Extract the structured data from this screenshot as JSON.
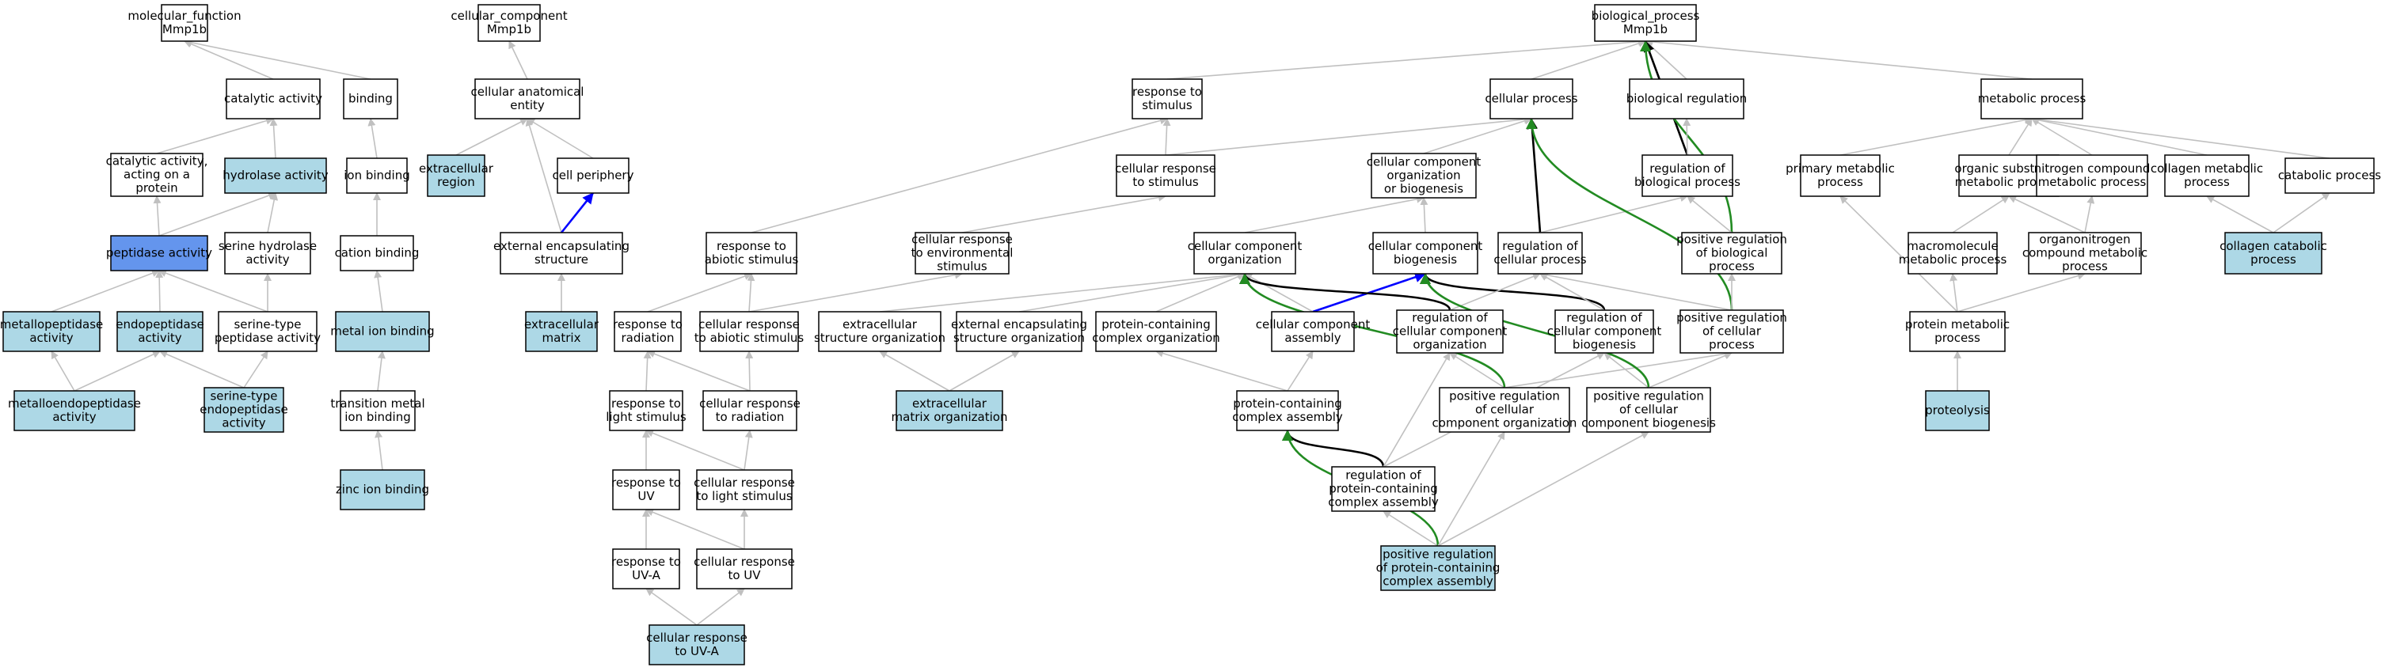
{
  "colors": {
    "plain": "#ffffff",
    "annotated": "#add8e6",
    "query": "#6495ed",
    "edge_default": "#c0c0c0",
    "edge_black": "#000000",
    "edge_blue": "#0000ff",
    "edge_green": "#228b22"
  },
  "nodes": [
    {
      "id": "mf",
      "lines": [
        "molecular_function",
        "Mmp1b"
      ],
      "style": "plain"
    },
    {
      "id": "cc",
      "lines": [
        "cellular_component",
        "Mmp1b"
      ],
      "style": "plain"
    },
    {
      "id": "bp",
      "lines": [
        "biological_process",
        "Mmp1b"
      ],
      "style": "plain"
    },
    {
      "id": "catalytic",
      "lines": [
        "catalytic activity"
      ],
      "style": "plain"
    },
    {
      "id": "binding",
      "lines": [
        "binding"
      ],
      "style": "plain"
    },
    {
      "id": "cae",
      "lines": [
        "cellular anatomical",
        "entity"
      ],
      "style": "plain"
    },
    {
      "id": "resp_stim",
      "lines": [
        "response to",
        "stimulus"
      ],
      "style": "plain"
    },
    {
      "id": "cell_proc",
      "lines": [
        "cellular process"
      ],
      "style": "plain"
    },
    {
      "id": "bio_reg",
      "lines": [
        "biological regulation"
      ],
      "style": "plain"
    },
    {
      "id": "metab",
      "lines": [
        "metabolic process"
      ],
      "style": "plain"
    },
    {
      "id": "cat_prot",
      "lines": [
        "catalytic activity,",
        "acting on a",
        "protein"
      ],
      "style": "plain"
    },
    {
      "id": "hydrolase",
      "lines": [
        "hydrolase activity"
      ],
      "style": "annotated"
    },
    {
      "id": "ion_bind",
      "lines": [
        "ion binding"
      ],
      "style": "plain"
    },
    {
      "id": "extra_region",
      "lines": [
        "extracellular",
        "region"
      ],
      "style": "annotated"
    },
    {
      "id": "periphery",
      "lines": [
        "cell periphery"
      ],
      "style": "plain"
    },
    {
      "id": "cell_resp_stim",
      "lines": [
        "cellular response",
        "to stimulus"
      ],
      "style": "plain"
    },
    {
      "id": "ccob",
      "lines": [
        "cellular component",
        "organization",
        "or biogenesis"
      ],
      "style": "plain"
    },
    {
      "id": "reg_bio",
      "lines": [
        "regulation of",
        "biological process"
      ],
      "style": "plain"
    },
    {
      "id": "prim_metab",
      "lines": [
        "primary metabolic",
        "process"
      ],
      "style": "plain"
    },
    {
      "id": "org_sub",
      "lines": [
        "organic substance",
        "metabolic process"
      ],
      "style": "plain"
    },
    {
      "id": "nitrogen",
      "lines": [
        "nitrogen compound",
        "metabolic process"
      ],
      "style": "plain"
    },
    {
      "id": "collagen_met",
      "lines": [
        "collagen metabolic",
        "process"
      ],
      "style": "plain"
    },
    {
      "id": "catabolic",
      "lines": [
        "catabolic process"
      ],
      "style": "plain"
    },
    {
      "id": "peptidase",
      "lines": [
        "peptidase activity"
      ],
      "style": "query"
    },
    {
      "id": "serine_hyd",
      "lines": [
        "serine hydrolase",
        "activity"
      ],
      "style": "plain"
    },
    {
      "id": "cation",
      "lines": [
        "cation binding"
      ],
      "style": "plain"
    },
    {
      "id": "ext_encap_str",
      "lines": [
        "external encapsulating",
        "structure"
      ],
      "style": "plain"
    },
    {
      "id": "resp_abiotic",
      "lines": [
        "response to",
        "abiotic stimulus"
      ],
      "style": "plain"
    },
    {
      "id": "cell_resp_env",
      "lines": [
        "cellular response",
        "to environmental",
        "stimulus"
      ],
      "style": "plain"
    },
    {
      "id": "cc_org",
      "lines": [
        "cellular component",
        "organization"
      ],
      "style": "plain"
    },
    {
      "id": "cc_bio",
      "lines": [
        "cellular component",
        "biogenesis"
      ],
      "style": "plain"
    },
    {
      "id": "reg_cell",
      "lines": [
        "regulation of",
        "cellular process"
      ],
      "style": "plain"
    },
    {
      "id": "pos_reg_bio",
      "lines": [
        "positive regulation",
        "of biological",
        "process"
      ],
      "style": "plain"
    },
    {
      "id": "macromol",
      "lines": [
        "macromolecule",
        "metabolic process"
      ],
      "style": "plain"
    },
    {
      "id": "organonit",
      "lines": [
        "organonitrogen",
        "compound metabolic",
        "process"
      ],
      "style": "plain"
    },
    {
      "id": "collagen_cat",
      "lines": [
        "collagen catabolic",
        "process"
      ],
      "style": "annotated"
    },
    {
      "id": "metallopep",
      "lines": [
        "metallopeptidase",
        "activity"
      ],
      "style": "annotated"
    },
    {
      "id": "endopep",
      "lines": [
        "endopeptidase",
        "activity"
      ],
      "style": "annotated"
    },
    {
      "id": "serine_pep",
      "lines": [
        "serine-type",
        "peptidase activity"
      ],
      "style": "plain"
    },
    {
      "id": "metal_ion",
      "lines": [
        "metal ion binding"
      ],
      "style": "annotated"
    },
    {
      "id": "extra_matrix",
      "lines": [
        "extracellular",
        "matrix"
      ],
      "style": "annotated"
    },
    {
      "id": "resp_rad",
      "lines": [
        "response to",
        "radiation"
      ],
      "style": "plain"
    },
    {
      "id": "cell_resp_abiotic",
      "lines": [
        "cellular response",
        "to abiotic stimulus"
      ],
      "style": "plain"
    },
    {
      "id": "extra_str_org",
      "lines": [
        "extracellular",
        "structure organization"
      ],
      "style": "plain"
    },
    {
      "id": "ext_encap_org",
      "lines": [
        "external encapsulating",
        "structure organization"
      ],
      "style": "plain"
    },
    {
      "id": "pc_org",
      "lines": [
        "protein-containing",
        "complex organization"
      ],
      "style": "plain"
    },
    {
      "id": "cc_assembly",
      "lines": [
        "cellular component",
        "assembly"
      ],
      "style": "plain"
    },
    {
      "id": "reg_cc_org",
      "lines": [
        "regulation of",
        "cellular component",
        "organization"
      ],
      "style": "plain"
    },
    {
      "id": "reg_cc_bio",
      "lines": [
        "regulation of",
        "cellular component",
        "biogenesis"
      ],
      "style": "plain"
    },
    {
      "id": "pos_reg_cell",
      "lines": [
        "positive regulation",
        "of cellular",
        "process"
      ],
      "style": "plain"
    },
    {
      "id": "prot_metab",
      "lines": [
        "protein metabolic",
        "process"
      ],
      "style": "plain"
    },
    {
      "id": "metalloendo",
      "lines": [
        "metalloendopeptidase",
        "activity"
      ],
      "style": "annotated"
    },
    {
      "id": "serine_endo",
      "lines": [
        "serine-type",
        "endopeptidase",
        "activity"
      ],
      "style": "annotated"
    },
    {
      "id": "trans_metal",
      "lines": [
        "transition metal",
        "ion binding"
      ],
      "style": "plain"
    },
    {
      "id": "resp_light",
      "lines": [
        "response to",
        "light stimulus"
      ],
      "style": "plain"
    },
    {
      "id": "cell_resp_rad",
      "lines": [
        "cellular response",
        "to radiation"
      ],
      "style": "plain"
    },
    {
      "id": "extra_matrix_org",
      "lines": [
        "extracellular",
        "matrix organization"
      ],
      "style": "annotated"
    },
    {
      "id": "pc_assembly",
      "lines": [
        "protein-containing",
        "complex assembly"
      ],
      "style": "plain"
    },
    {
      "id": "pos_reg_cc_org",
      "lines": [
        "positive regulation",
        "of cellular",
        "component organization"
      ],
      "style": "plain"
    },
    {
      "id": "pos_reg_cc_bio",
      "lines": [
        "positive regulation",
        "of cellular",
        "component biogenesis"
      ],
      "style": "plain"
    },
    {
      "id": "proteolysis",
      "lines": [
        "proteolysis"
      ],
      "style": "annotated"
    },
    {
      "id": "zinc",
      "lines": [
        "zinc ion binding"
      ],
      "style": "annotated"
    },
    {
      "id": "resp_uv",
      "lines": [
        "response to",
        "UV"
      ],
      "style": "plain"
    },
    {
      "id": "cell_resp_light",
      "lines": [
        "cellular response",
        "to light stimulus"
      ],
      "style": "plain"
    },
    {
      "id": "reg_pc_assembly",
      "lines": [
        "regulation of",
        "protein-containing",
        "complex assembly"
      ],
      "style": "plain"
    },
    {
      "id": "resp_uva",
      "lines": [
        "response to",
        "UV-A"
      ],
      "style": "plain"
    },
    {
      "id": "cell_resp_uv",
      "lines": [
        "cellular response",
        "to UV"
      ],
      "style": "plain"
    },
    {
      "id": "pos_reg_pc_assembly",
      "lines": [
        "positive regulation",
        "of protein-containing",
        "complex assembly"
      ],
      "style": "annotated"
    },
    {
      "id": "cell_resp_uva",
      "lines": [
        "cellular response",
        "to UV-A"
      ],
      "style": "annotated"
    }
  ],
  "edges": [
    {
      "from": "catalytic",
      "to": "mf",
      "kind": "gray"
    },
    {
      "from": "binding",
      "to": "mf",
      "kind": "gray"
    },
    {
      "from": "cat_prot",
      "to": "catalytic",
      "kind": "gray"
    },
    {
      "from": "hydrolase",
      "to": "catalytic",
      "kind": "gray"
    },
    {
      "from": "ion_bind",
      "to": "binding",
      "kind": "gray"
    },
    {
      "from": "peptidase",
      "to": "cat_prot",
      "kind": "gray"
    },
    {
      "from": "peptidase",
      "to": "hydrolase",
      "kind": "gray"
    },
    {
      "from": "serine_hyd",
      "to": "hydrolase",
      "kind": "gray"
    },
    {
      "from": "cation",
      "to": "ion_bind",
      "kind": "gray"
    },
    {
      "from": "metallopep",
      "to": "peptidase",
      "kind": "gray"
    },
    {
      "from": "endopep",
      "to": "peptidase",
      "kind": "gray"
    },
    {
      "from": "serine_pep",
      "to": "peptidase",
      "kind": "gray"
    },
    {
      "from": "serine_pep",
      "to": "serine_hyd",
      "kind": "gray"
    },
    {
      "from": "metal_ion",
      "to": "cation",
      "kind": "gray"
    },
    {
      "from": "metalloendo",
      "to": "metallopep",
      "kind": "gray"
    },
    {
      "from": "metalloendo",
      "to": "endopep",
      "kind": "gray"
    },
    {
      "from": "serine_endo",
      "to": "endopep",
      "kind": "gray"
    },
    {
      "from": "serine_endo",
      "to": "serine_pep",
      "kind": "gray"
    },
    {
      "from": "trans_metal",
      "to": "metal_ion",
      "kind": "gray"
    },
    {
      "from": "zinc",
      "to": "trans_metal",
      "kind": "gray"
    },
    {
      "from": "cae",
      "to": "cc",
      "kind": "gray"
    },
    {
      "from": "extra_region",
      "to": "cae",
      "kind": "gray"
    },
    {
      "from": "periphery",
      "to": "cae",
      "kind": "gray"
    },
    {
      "from": "ext_encap_str",
      "to": "cae",
      "kind": "gray"
    },
    {
      "from": "ext_encap_str",
      "to": "periphery",
      "kind": "blue"
    },
    {
      "from": "extra_matrix",
      "to": "ext_encap_str",
      "kind": "gray"
    },
    {
      "from": "resp_stim",
      "to": "bp",
      "kind": "gray"
    },
    {
      "from": "cell_proc",
      "to": "bp",
      "kind": "gray"
    },
    {
      "from": "bio_reg",
      "to": "bp",
      "kind": "gray"
    },
    {
      "from": "metab",
      "to": "bp",
      "kind": "gray"
    },
    {
      "from": "reg_bio",
      "to": "bp",
      "kind": "black"
    },
    {
      "from": "pos_reg_bio",
      "to": "bp",
      "kind": "green"
    },
    {
      "from": "cell_resp_stim",
      "to": "resp_stim",
      "kind": "gray"
    },
    {
      "from": "cell_resp_stim",
      "to": "cell_proc",
      "kind": "gray"
    },
    {
      "from": "ccob",
      "to": "cell_proc",
      "kind": "gray"
    },
    {
      "from": "reg_bio",
      "to": "bio_reg",
      "kind": "gray"
    },
    {
      "from": "reg_cell",
      "to": "cell_proc",
      "kind": "black"
    },
    {
      "from": "reg_cell",
      "to": "reg_bio",
      "kind": "gray"
    },
    {
      "from": "pos_reg_cell",
      "to": "cell_proc",
      "kind": "green"
    },
    {
      "from": "pos_reg_bio",
      "to": "reg_bio",
      "kind": "gray"
    },
    {
      "from": "pos_reg_cell",
      "to": "pos_reg_bio",
      "kind": "gray"
    },
    {
      "from": "pos_reg_cell",
      "to": "reg_cell",
      "kind": "gray"
    },
    {
      "from": "resp_abiotic",
      "to": "resp_stim",
      "kind": "gray"
    },
    {
      "from": "cell_resp_env",
      "to": "cell_resp_stim",
      "kind": "gray"
    },
    {
      "from": "cc_org",
      "to": "ccob",
      "kind": "gray"
    },
    {
      "from": "cc_bio",
      "to": "ccob",
      "kind": "gray"
    },
    {
      "from": "resp_rad",
      "to": "resp_abiotic",
      "kind": "gray"
    },
    {
      "from": "cell_resp_abiotic",
      "to": "resp_abiotic",
      "kind": "gray"
    },
    {
      "from": "cell_resp_abiotic",
      "to": "cell_resp_env",
      "kind": "gray"
    },
    {
      "from": "resp_light",
      "to": "resp_rad",
      "kind": "gray"
    },
    {
      "from": "cell_resp_rad",
      "to": "resp_rad",
      "kind": "gray"
    },
    {
      "from": "cell_resp_rad",
      "to": "cell_resp_abiotic",
      "kind": "gray"
    },
    {
      "from": "resp_uv",
      "to": "resp_light",
      "kind": "gray"
    },
    {
      "from": "cell_resp_light",
      "to": "resp_light",
      "kind": "gray"
    },
    {
      "from": "cell_resp_light",
      "to": "cell_resp_rad",
      "kind": "gray"
    },
    {
      "from": "resp_uva",
      "to": "resp_uv",
      "kind": "gray"
    },
    {
      "from": "cell_resp_uv",
      "to": "resp_uv",
      "kind": "gray"
    },
    {
      "from": "cell_resp_uv",
      "to": "cell_resp_light",
      "kind": "gray"
    },
    {
      "from": "cell_resp_uva",
      "to": "resp_uva",
      "kind": "gray"
    },
    {
      "from": "cell_resp_uva",
      "to": "cell_resp_uv",
      "kind": "gray"
    },
    {
      "from": "extra_str_org",
      "to": "cc_org",
      "kind": "gray"
    },
    {
      "from": "ext_encap_org",
      "to": "cc_org",
      "kind": "gray"
    },
    {
      "from": "pc_org",
      "to": "cc_org",
      "kind": "gray"
    },
    {
      "from": "cc_assembly",
      "to": "cc_org",
      "kind": "gray"
    },
    {
      "from": "cc_assembly",
      "to": "cc_bio",
      "kind": "blue"
    },
    {
      "from": "reg_cc_org",
      "to": "cc_org",
      "kind": "black"
    },
    {
      "from": "reg_cc_bio",
      "to": "cc_bio",
      "kind": "black"
    },
    {
      "from": "reg_cc_org",
      "to": "reg_cell",
      "kind": "gray"
    },
    {
      "from": "reg_cc_bio",
      "to": "reg_cell",
      "kind": "gray"
    },
    {
      "from": "extra_matrix_org",
      "to": "extra_str_org",
      "kind": "gray"
    },
    {
      "from": "extra_matrix_org",
      "to": "ext_encap_org",
      "kind": "gray"
    },
    {
      "from": "pc_assembly",
      "to": "pc_org",
      "kind": "gray"
    },
    {
      "from": "pc_assembly",
      "to": "cc_assembly",
      "kind": "gray"
    },
    {
      "from": "pos_reg_cc_org",
      "to": "reg_cc_org",
      "kind": "gray"
    },
    {
      "from": "pos_reg_cc_org",
      "to": "cc_org",
      "kind": "green"
    },
    {
      "from": "pos_reg_cc_org",
      "to": "pos_reg_cell",
      "kind": "gray"
    },
    {
      "from": "pos_reg_cc_bio",
      "to": "reg_cc_bio",
      "kind": "gray"
    },
    {
      "from": "pos_reg_cc_bio",
      "to": "cc_bio",
      "kind": "green"
    },
    {
      "from": "pos_reg_cc_bio",
      "to": "pos_reg_cell",
      "kind": "gray"
    },
    {
      "from": "reg_pc_assembly",
      "to": "pc_assembly",
      "kind": "black"
    },
    {
      "from": "reg_pc_assembly",
      "to": "reg_cc_org",
      "kind": "gray"
    },
    {
      "from": "reg_pc_assembly",
      "to": "reg_cc_bio",
      "kind": "gray"
    },
    {
      "from": "pos_reg_pc_assembly",
      "to": "reg_pc_assembly",
      "kind": "gray"
    },
    {
      "from": "pos_reg_pc_assembly",
      "to": "pc_assembly",
      "kind": "green"
    },
    {
      "from": "pos_reg_pc_assembly",
      "to": "pos_reg_cc_org",
      "kind": "gray"
    },
    {
      "from": "pos_reg_pc_assembly",
      "to": "pos_reg_cc_bio",
      "kind": "gray"
    },
    {
      "from": "prim_metab",
      "to": "metab",
      "kind": "gray"
    },
    {
      "from": "org_sub",
      "to": "metab",
      "kind": "gray"
    },
    {
      "from": "nitrogen",
      "to": "metab",
      "kind": "gray"
    },
    {
      "from": "collagen_met",
      "to": "metab",
      "kind": "gray"
    },
    {
      "from": "catabolic",
      "to": "metab",
      "kind": "gray"
    },
    {
      "from": "macromol",
      "to": "org_sub",
      "kind": "gray"
    },
    {
      "from": "organonit",
      "to": "org_sub",
      "kind": "gray"
    },
    {
      "from": "organonit",
      "to": "nitrogen",
      "kind": "gray"
    },
    {
      "from": "collagen_cat",
      "to": "collagen_met",
      "kind": "gray"
    },
    {
      "from": "collagen_cat",
      "to": "catabolic",
      "kind": "gray"
    },
    {
      "from": "prot_metab",
      "to": "prim_metab",
      "kind": "gray"
    },
    {
      "from": "prot_metab",
      "to": "macromol",
      "kind": "gray"
    },
    {
      "from": "prot_metab",
      "to": "organonit",
      "kind": "gray"
    },
    {
      "from": "proteolysis",
      "to": "prot_metab",
      "kind": "gray"
    }
  ]
}
